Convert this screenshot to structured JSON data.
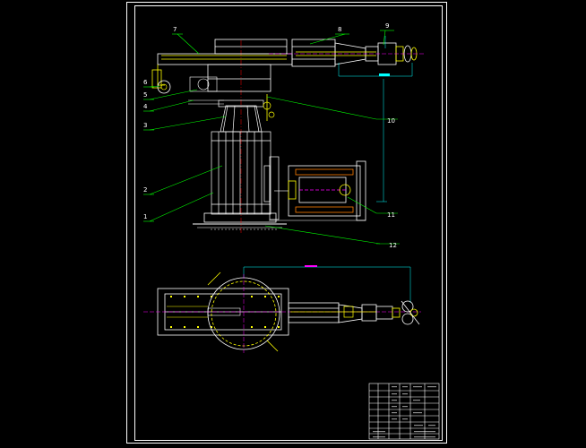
{
  "callouts": {
    "c1": "1",
    "c2": "2",
    "c3": "3",
    "c4": "4",
    "c5": "5",
    "c6": "6",
    "c7": "7",
    "c8": "8",
    "c9": "9",
    "c10": "10",
    "c11": "11",
    "c12": "12"
  },
  "colors": {
    "background": "#000000",
    "frame": "#ffffff",
    "linework": "#ffffff",
    "leaders": "#00ff00",
    "hydraulics": "#ffff00",
    "section": "#ff7f00",
    "dimensions": "#00ffff",
    "accent": "#ff00ff"
  }
}
